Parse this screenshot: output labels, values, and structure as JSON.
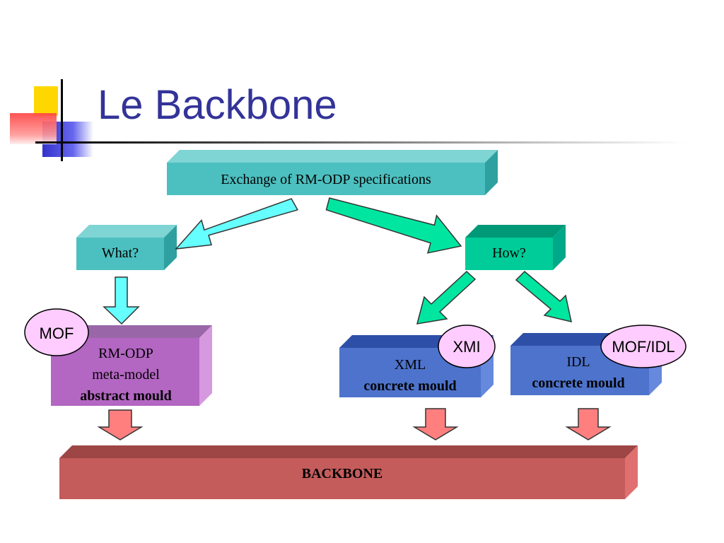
{
  "slide": {
    "title": "Le Backbone"
  },
  "diagram": {
    "exchange": "Exchange of RM-ODP specifications",
    "what": "What?",
    "how": "How?",
    "rmodp": {
      "line1": "RM-ODP",
      "line2": "meta-model",
      "line3": "abstract mould"
    },
    "xml": {
      "line1": "XML",
      "line2": "concrete mould"
    },
    "idl": {
      "line1": "IDL",
      "line2": "concrete mould"
    },
    "backbone": "BACKBONE",
    "badges": {
      "mof": "MOF",
      "xmi": "XMI",
      "mofidl": "MOF/IDL"
    }
  },
  "colors": {
    "title": "#333399",
    "teal": "#4CC0C0",
    "green": "#00CC99",
    "purple": "#B366C2",
    "blue": "#4D73CC",
    "red": "#C45C5C",
    "cyan_arrow": "#66FFFF",
    "green_arrow": "#00E6A0",
    "red_arrow": "#FF7F7F",
    "badge": "#FFCCFF"
  }
}
